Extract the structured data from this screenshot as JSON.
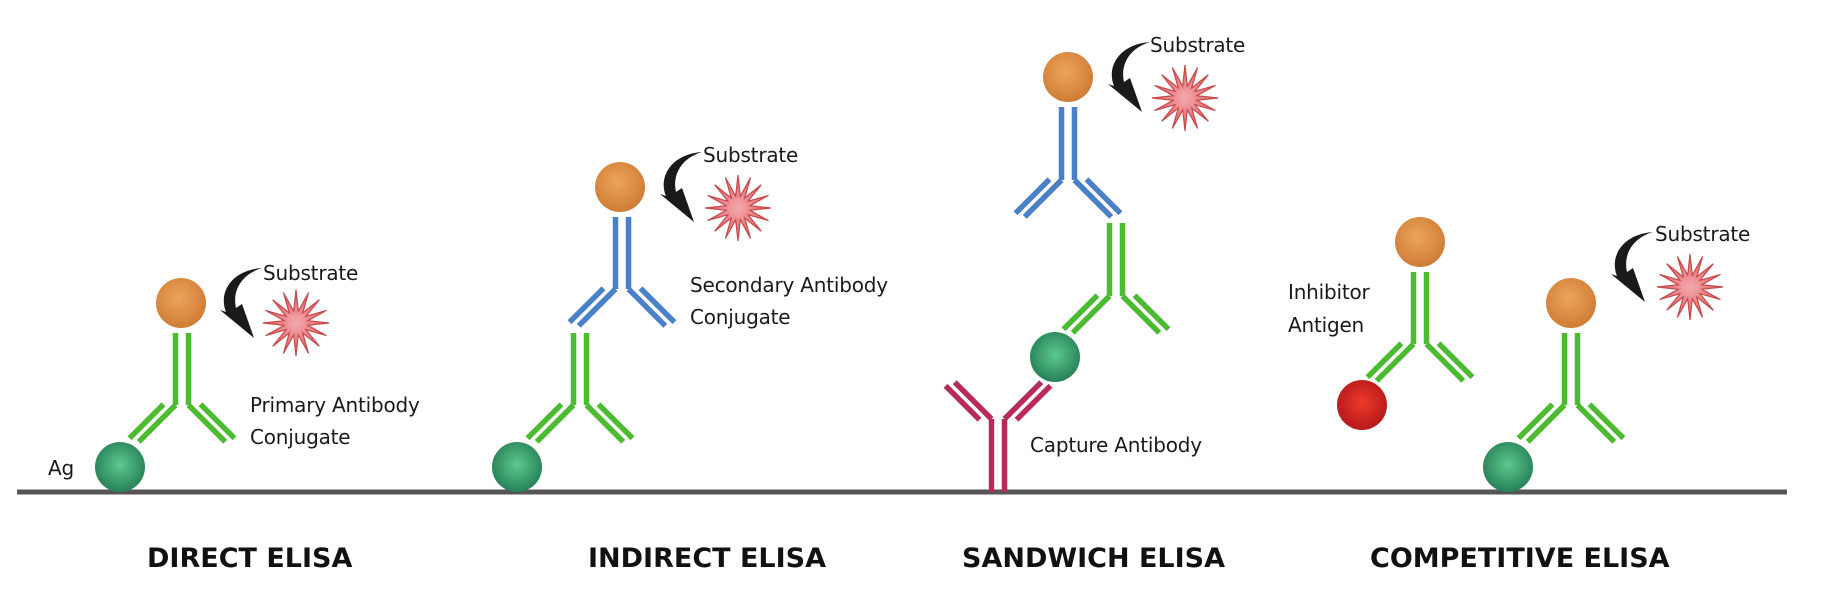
{
  "figure": {
    "panels": [
      {
        "id": "direct",
        "title": "DIRECT ELISA",
        "labels": {
          "substrate": "Substrate",
          "conjugate_line1": "Primary Antibody",
          "conjugate_line2": "Conjugate",
          "antigen": "Ag"
        }
      },
      {
        "id": "indirect",
        "title": "INDIRECT ELISA",
        "labels": {
          "substrate": "Substrate",
          "conjugate_line1": "Secondary Antibody",
          "conjugate_line2": "Conjugate"
        }
      },
      {
        "id": "sandwich",
        "title": "SANDWICH ELISA",
        "labels": {
          "substrate": "Substrate",
          "capture": "Capture Antibody"
        }
      },
      {
        "id": "competitive",
        "title": "COMPETITIVE ELISA",
        "labels": {
          "substrate": "Substrate",
          "inhibitor_line1": "Inhibitor",
          "inhibitor_line2": "Antigen"
        }
      }
    ],
    "colors": {
      "primary_antibody": "#4cbb32",
      "secondary_antibody": "#4a80c8",
      "capture_antibody": "#b82a5a",
      "enzyme": "#e0904a",
      "antigen": "#2e9868",
      "inhibitor_antigen": "#d42a22",
      "substrate": "#e06868",
      "arrow": "#1a1a1a",
      "surface": "#555555"
    }
  }
}
